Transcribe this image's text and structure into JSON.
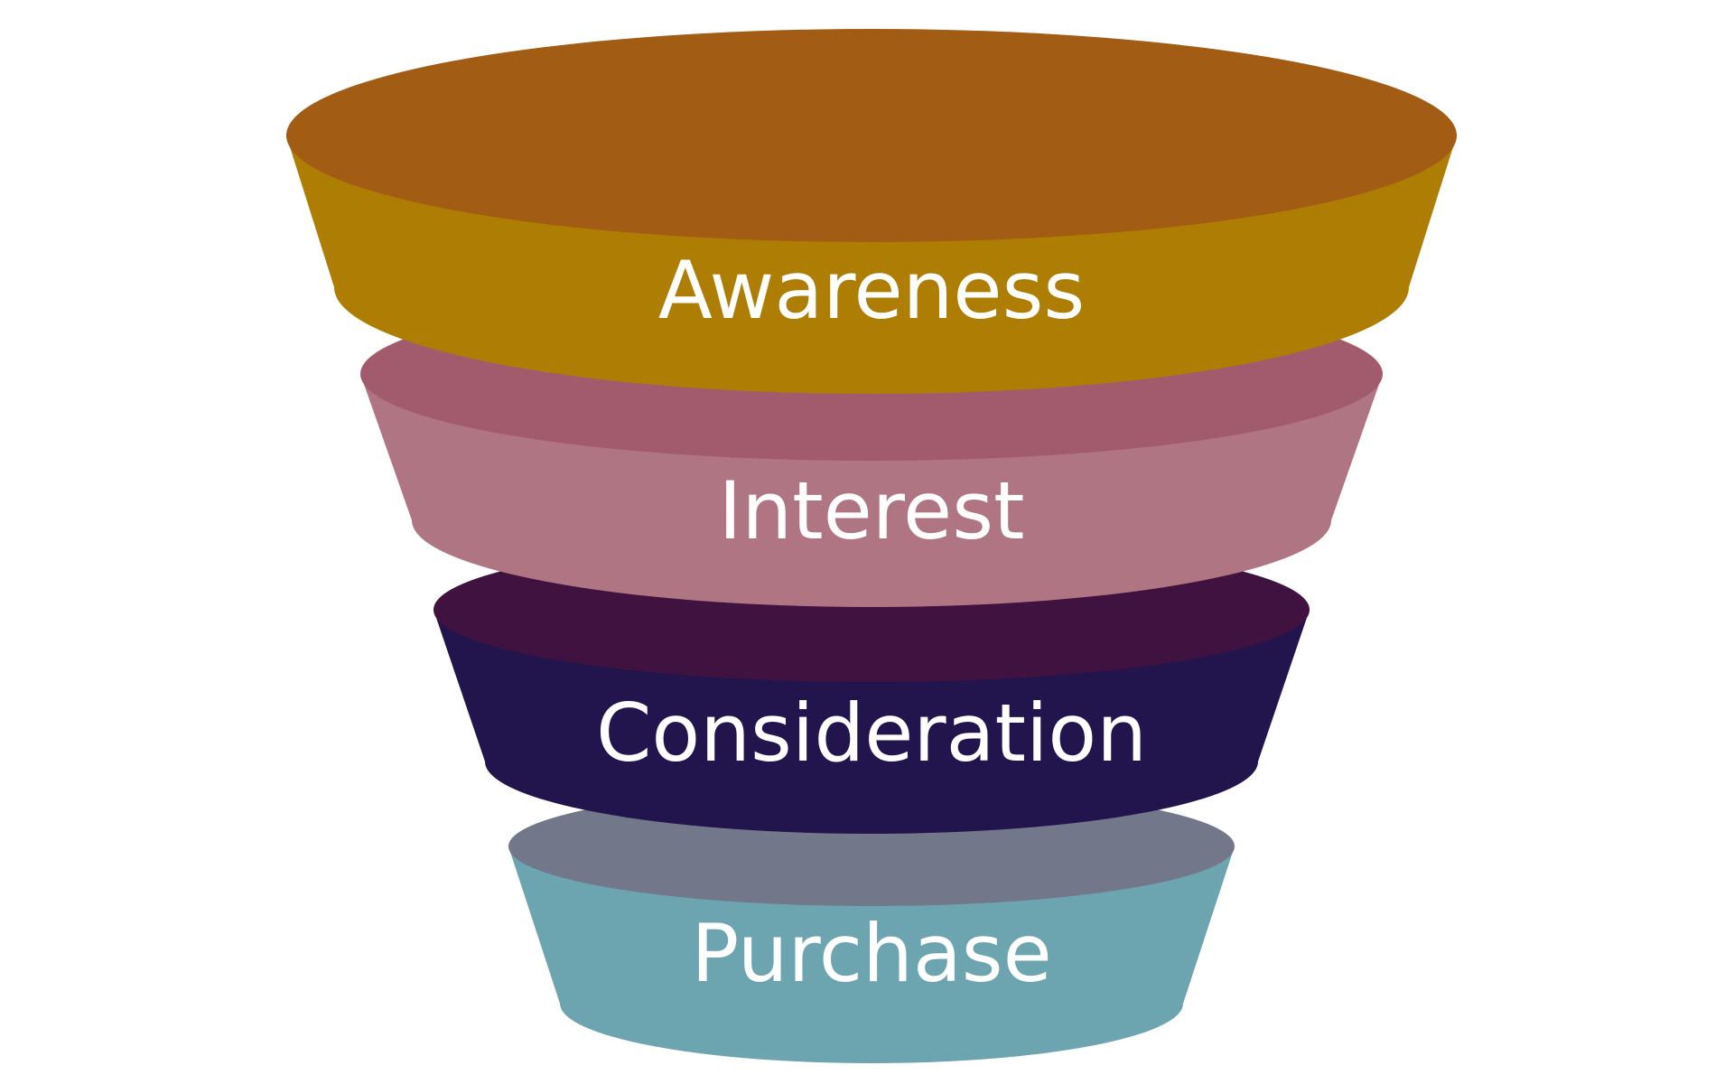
{
  "funnel": {
    "stages": [
      {
        "label": "Awareness",
        "side_color": "#ad7e03",
        "top_color": "#a25c13"
      },
      {
        "label": "Interest",
        "side_color": "#b07582",
        "top_color": "#a25b6c"
      },
      {
        "label": "Consideration",
        "side_color": "#22154e",
        "top_color": "#401240"
      },
      {
        "label": "Purchase",
        "side_color": "#6ca4b0",
        "top_color": "#727789"
      }
    ]
  }
}
